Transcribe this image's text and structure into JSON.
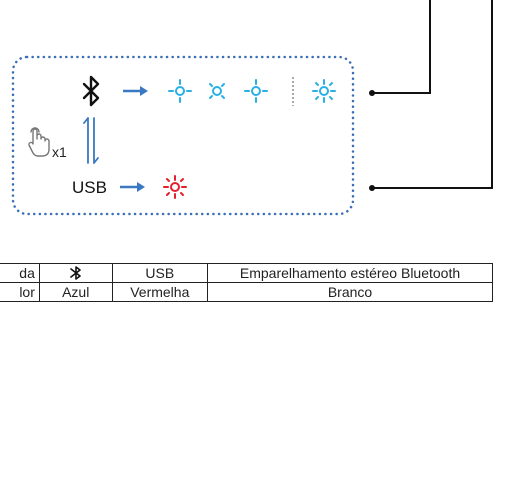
{
  "diagram": {
    "tap_count_label": "x1",
    "usb_label": "USB",
    "colors": {
      "blue_light": "#2bb0e6",
      "red_light": "#e4202a",
      "arrow": "#3a78c2",
      "border_dots": "#3a6fb5"
    },
    "icons": [
      "bluetooth-icon",
      "finger-tap-icon",
      "led-light-icon"
    ]
  },
  "table": {
    "header": {
      "col1": "da",
      "col3": "USB",
      "col4": "Emparelhamento estéreo Bluetooth"
    },
    "row": {
      "col1": "lor",
      "col2": "Azul",
      "col3": "Vermelha",
      "col4": "Branco"
    }
  }
}
